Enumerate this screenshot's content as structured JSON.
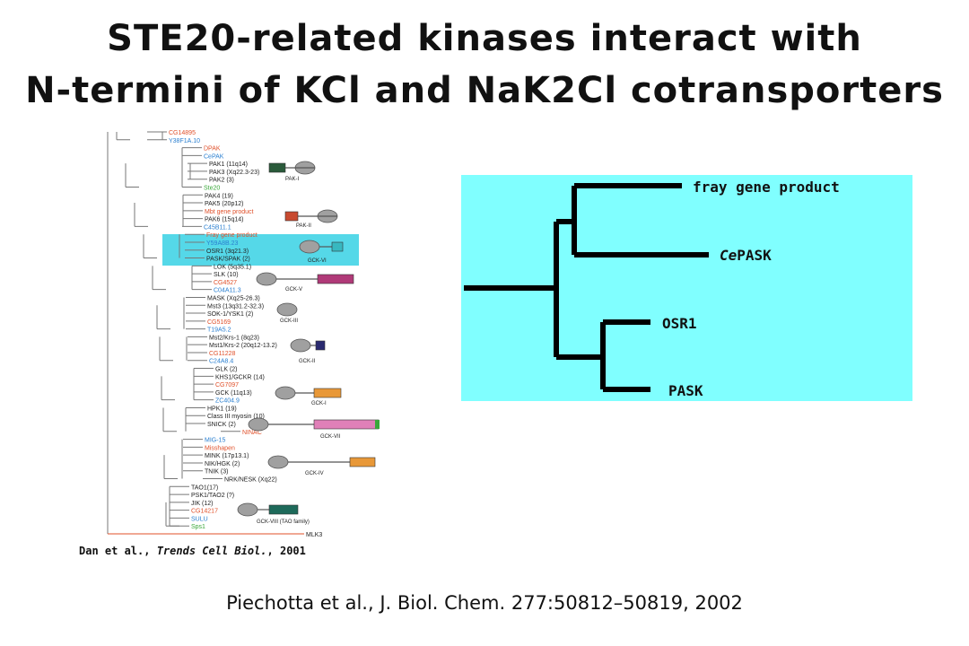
{
  "title": {
    "line1": "STE20-related kinases interact with",
    "line2": "N-termini of KCl and NaK2Cl cotransporters"
  },
  "tree": {
    "leaves": [
      {
        "label": "CG14895",
        "color": "#e0502a"
      },
      {
        "label": "Y38F1A.10",
        "color": "#2a7fd0"
      },
      {
        "label": "DPAK",
        "color": "#e0502a"
      },
      {
        "label": "CePAK",
        "color": "#2a7fd0"
      },
      {
        "label": "PAK1 (11q14)",
        "color": "#222222"
      },
      {
        "label": "PAK3 (Xq22.3-23)",
        "color": "#222222"
      },
      {
        "label": "PAK2 (3)",
        "color": "#222222"
      },
      {
        "label": "Ste20",
        "color": "#3aa83a"
      },
      {
        "label": "PAK4 (19)",
        "color": "#222222"
      },
      {
        "label": "PAK5 (20p12)",
        "color": "#222222"
      },
      {
        "label": "Mbt gene product",
        "color": "#e0502a"
      },
      {
        "label": "PAK6 (15q14)",
        "color": "#222222"
      },
      {
        "label": "C45B11.1",
        "color": "#2a7fd0"
      },
      {
        "label": "Fray gene product",
        "color": "#e0502a"
      },
      {
        "label": "Y59A8B.23",
        "color": "#2a7fd0"
      },
      {
        "label": "OSR1 (3q21.3)",
        "color": "#222222"
      },
      {
        "label": "PASK/SPAK (2)",
        "color": "#222222"
      },
      {
        "label": "LOK (5q35.1)",
        "color": "#222222"
      },
      {
        "label": "SLK (10)",
        "color": "#222222"
      },
      {
        "label": "CG4527",
        "color": "#e0502a"
      },
      {
        "label": "C04A11.3",
        "color": "#2a7fd0"
      },
      {
        "label": "MASK (Xq25-26.3)",
        "color": "#222222"
      },
      {
        "label": "Mst3 (13q31.2-32.3)",
        "color": "#222222"
      },
      {
        "label": "SOK-1/YSK1 (2)",
        "color": "#222222"
      },
      {
        "label": "CG5169",
        "color": "#e0502a"
      },
      {
        "label": "T19A5.2",
        "color": "#2a7fd0"
      },
      {
        "label": "Mst2/Krs-1 (8q23)",
        "color": "#222222"
      },
      {
        "label": "Mst1/Krs-2 (20q12-13.2)",
        "color": "#222222"
      },
      {
        "label": "CG11228",
        "color": "#e0502a"
      },
      {
        "label": "C24A8.4",
        "color": "#2a7fd0"
      },
      {
        "label": "GLK (2)",
        "color": "#222222"
      },
      {
        "label": "KHS1/GCKR (14)",
        "color": "#222222"
      },
      {
        "label": "CG7097",
        "color": "#e0502a"
      },
      {
        "label": "GCK (11q13)",
        "color": "#222222"
      },
      {
        "label": "ZC404.9",
        "color": "#2a7fd0"
      },
      {
        "label": "HPK1 (19)",
        "color": "#222222"
      },
      {
        "label": "Class III myosin (10)",
        "color": "#222222"
      },
      {
        "label": "SNICK (2)",
        "color": "#222222"
      },
      {
        "label": "NINAC",
        "color": "#e0502a"
      },
      {
        "label": "MIG-15",
        "color": "#2a7fd0"
      },
      {
        "label": "Misshapen",
        "color": "#e0502a"
      },
      {
        "label": "MINK (17p13.1)",
        "color": "#222222"
      },
      {
        "label": "NIK/HGK (2)",
        "color": "#222222"
      },
      {
        "label": "TNIK (3)",
        "color": "#222222"
      },
      {
        "label": "NRK/NESK (Xq22)",
        "color": "#222222"
      },
      {
        "label": "TAO1(17)",
        "color": "#222222"
      },
      {
        "label": "PSK1/TAO2 (?)",
        "color": "#222222"
      },
      {
        "label": "JIK (12)",
        "color": "#222222"
      },
      {
        "label": "CG14217",
        "color": "#e0502a"
      },
      {
        "label": "SULU",
        "color": "#2a7fd0"
      },
      {
        "label": "Sps1",
        "color": "#3aa83a"
      },
      {
        "label": "MLK3",
        "color": "#222222"
      }
    ],
    "groups": [
      "PAK-I",
      "PAK-II",
      "GCK-VI",
      "GCK-V",
      "GCK-III",
      "GCK-II",
      "GCK-I",
      "GCK-VII",
      "GCK-IV",
      "GCK-VIII (TAO family)"
    ],
    "citation_authors": "Dan et al., ",
    "citation_journal": "Trends Cell Biol.",
    "citation_year": ", 2001"
  },
  "zoom_tree": {
    "background": "#80ffff",
    "leaves": [
      "fray gene product",
      "CePASK",
      "OSR1",
      "PASK"
    ]
  },
  "caption": "Piechotta et al., J. Biol. Chem. 277:50812–50819, 2002"
}
